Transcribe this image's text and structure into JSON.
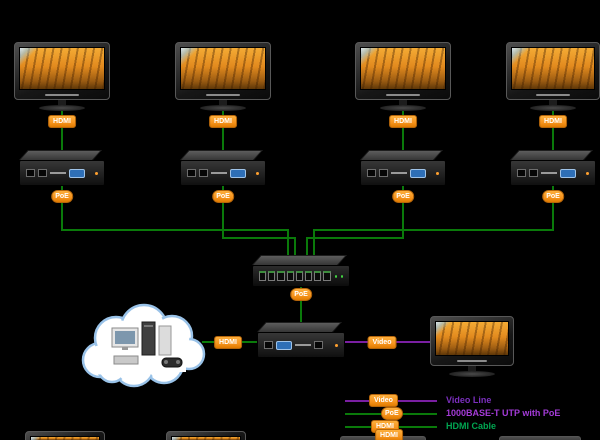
{
  "colors": {
    "background": "#000000",
    "badge_orange": "#f7941d",
    "utp_hdmi_line_green": "#0a7a0a",
    "video_line_purple": "#7a1fa2",
    "legend_video_text": "#7b2fbe",
    "legend_utp_text": "#a43bd8",
    "legend_hdmi_text": "#00a651"
  },
  "badges": {
    "hdmi": "HDMI",
    "poe": "PoE",
    "video": "Video"
  },
  "legend": {
    "rows": [
      {
        "label": "Video Line"
      },
      {
        "label": "1000BASE-T UTP with PoE"
      },
      {
        "label": "HDMI Cable"
      }
    ]
  }
}
